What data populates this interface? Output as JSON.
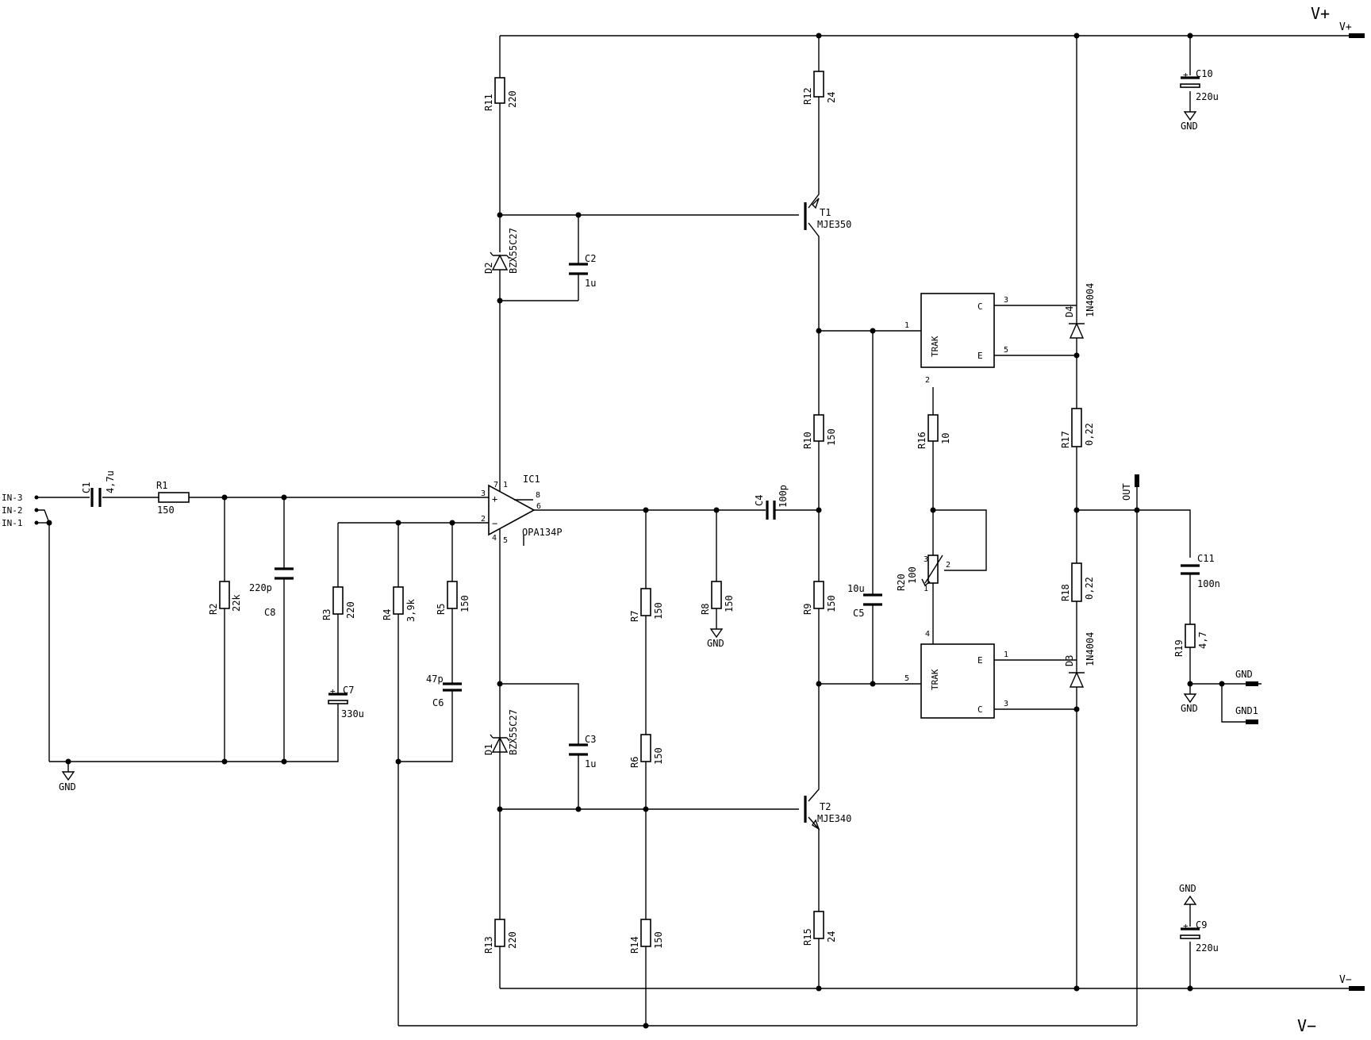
{
  "supply": {
    "vplus_big": "V+",
    "vplus_small": "V+",
    "vminus_big": "V−",
    "vminus_small": "V−"
  },
  "inputs": [
    "IN-3",
    "IN-2",
    "IN-1"
  ],
  "output_label": "OUT",
  "ground_label": "GND",
  "gnd_connectors": [
    "GND",
    "GND1"
  ],
  "opamp": {
    "ref": "IC1",
    "value": "OPA134P",
    "pins": {
      "noninv": "3",
      "inv": "2",
      "out": "6",
      "v_top": "7",
      "pin1": "1",
      "pin8": "8",
      "v_bot": "4",
      "pin5": "5"
    }
  },
  "resistors": [
    {
      "id": "R1",
      "ref": "R1",
      "value": "150"
    },
    {
      "id": "R2",
      "ref": "R2",
      "value": "22k"
    },
    {
      "id": "R3",
      "ref": "R3",
      "value": "220"
    },
    {
      "id": "R4",
      "ref": "R4",
      "value": "3,9k"
    },
    {
      "id": "R5",
      "ref": "R5",
      "value": "150"
    },
    {
      "id": "R6",
      "ref": "R6",
      "value": "150"
    },
    {
      "id": "R7",
      "ref": "R7",
      "value": "150"
    },
    {
      "id": "R8",
      "ref": "R8",
      "value": "150"
    },
    {
      "id": "R9",
      "ref": "R9",
      "value": "150"
    },
    {
      "id": "R10",
      "ref": "R10",
      "value": "150"
    },
    {
      "id": "R11",
      "ref": "R11",
      "value": "220"
    },
    {
      "id": "R12",
      "ref": "R12",
      "value": "24"
    },
    {
      "id": "R13",
      "ref": "R13",
      "value": "220"
    },
    {
      "id": "R14",
      "ref": "R14",
      "value": "150"
    },
    {
      "id": "R15",
      "ref": "R15",
      "value": "24"
    },
    {
      "id": "R16",
      "ref": "R16",
      "value": "10"
    },
    {
      "id": "R17",
      "ref": "R17",
      "value": "0,22"
    },
    {
      "id": "R18",
      "ref": "R18",
      "value": "0,22"
    },
    {
      "id": "R19",
      "ref": "R19",
      "value": "4,7"
    }
  ],
  "capacitors": [
    {
      "id": "C1",
      "ref": "C1",
      "value": "4,7u"
    },
    {
      "id": "C2",
      "ref": "C2",
      "value": "1u"
    },
    {
      "id": "C3",
      "ref": "C3",
      "value": "1u"
    },
    {
      "id": "C4",
      "ref": "C4",
      "value": "100p"
    },
    {
      "id": "C5",
      "ref": "C5",
      "value": "10u"
    },
    {
      "id": "C6",
      "ref": "C6",
      "value": "47p"
    },
    {
      "id": "C7",
      "ref": "C7",
      "value": "330u"
    },
    {
      "id": "C8",
      "ref": "C8",
      "value": "220p"
    },
    {
      "id": "C9",
      "ref": "C9",
      "value": "220u"
    },
    {
      "id": "C10",
      "ref": "C10",
      "value": "220u"
    },
    {
      "id": "C11",
      "ref": "C11",
      "value": "100n"
    }
  ],
  "diodes": [
    {
      "id": "D1",
      "ref": "D1",
      "value": "BZX55C27"
    },
    {
      "id": "D2",
      "ref": "D2",
      "value": "BZX55C27"
    },
    {
      "id": "D3",
      "ref": "D3",
      "value": "1N4004"
    },
    {
      "id": "D4",
      "ref": "D4",
      "value": "1N4004"
    }
  ],
  "transistors": [
    {
      "id": "T1",
      "ref": "T1",
      "value": "MJE350"
    },
    {
      "id": "T2",
      "ref": "T2",
      "value": "MJE340"
    }
  ],
  "pot": {
    "ref": "R20",
    "value": "100",
    "pins": [
      "3",
      "2",
      "1"
    ]
  },
  "trak_top": {
    "label": "TRAK",
    "pin_c": "C",
    "pin_e": "E",
    "pins": {
      "p1": "1",
      "p2": "2",
      "p3": "3",
      "p5": "5"
    }
  },
  "trak_bot": {
    "label": "TRAK",
    "pin_c": "C",
    "pin_e": "E",
    "pins": {
      "p4": "4",
      "p5": "5",
      "p1": "1",
      "p3": "3"
    }
  },
  "misc_pins": {
    "c7_plus": "+",
    "c9_plus": "+",
    "c10_plus": "+",
    "diff_plus": "+",
    "diff_minus": "−"
  }
}
